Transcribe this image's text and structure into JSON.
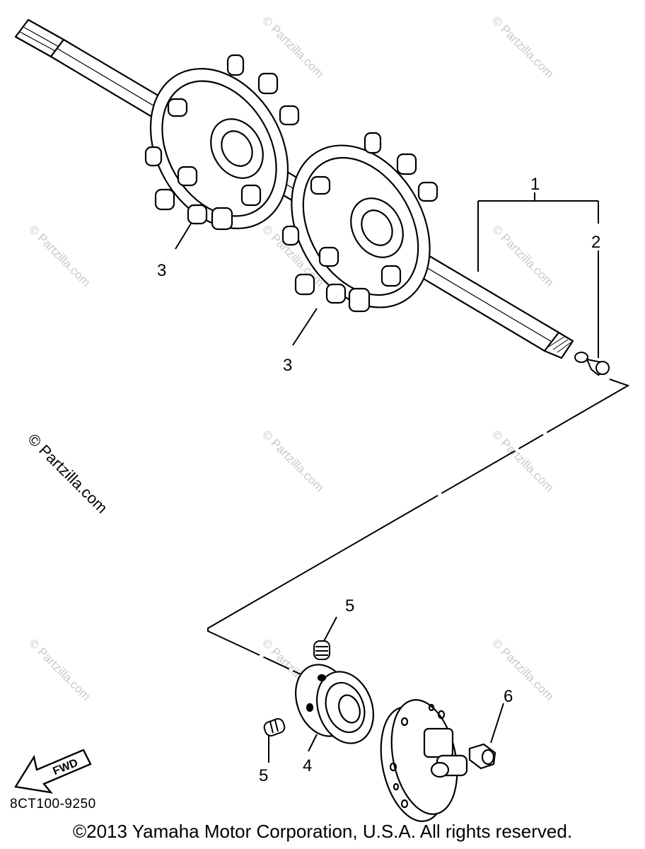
{
  "callouts": {
    "c1": "1",
    "c2": "2",
    "c3a": "3",
    "c3b": "3",
    "c4": "4",
    "c5a": "5",
    "c5b": "5",
    "c6": "6"
  },
  "fwd_label": "FWD",
  "watermark": "© Partzilla.com",
  "diagram_code": "8CT100-9250",
  "copyright": "©2013 Yamaha Motor Corporation, U.S.A. All rights reserved."
}
